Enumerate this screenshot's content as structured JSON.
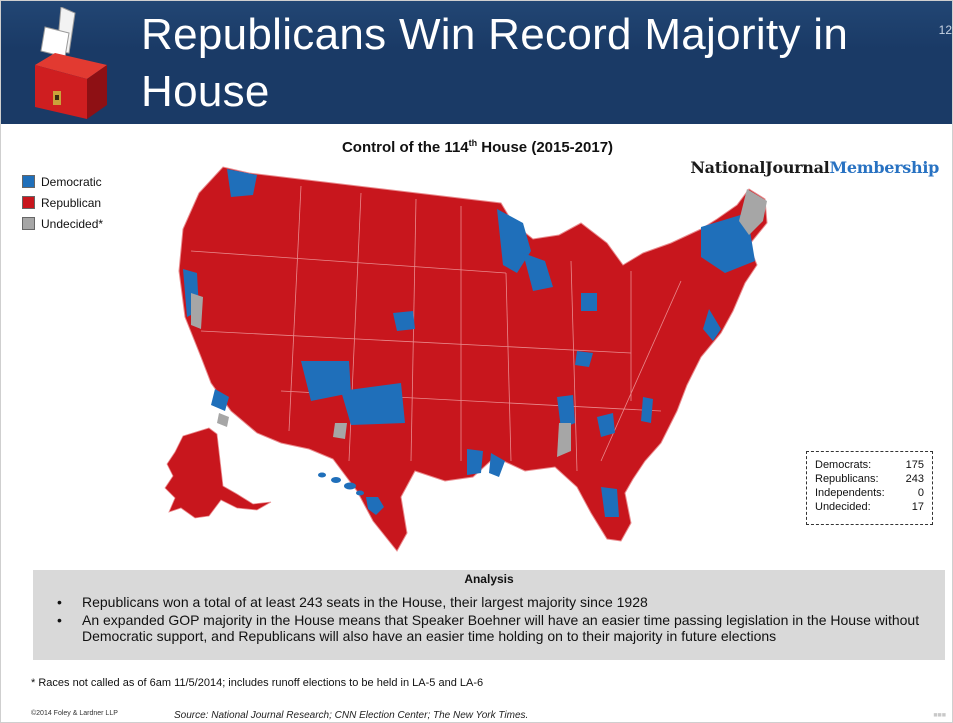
{
  "header": {
    "title_line1": "Republicans Win Record Majority in",
    "title_line2": "House",
    "slide_number": "12"
  },
  "map": {
    "title_main": "Control of the 114",
    "title_sup": "th",
    "title_rest": " House (2015-2017)",
    "logo_part1": "NationalJournal",
    "logo_part2": "Membership",
    "legend": [
      {
        "label": "Democratic",
        "color": "#1f6fba"
      },
      {
        "label": "Republican",
        "color": "#c8161d"
      },
      {
        "label": "Undecided*",
        "color": "#a6a6a6"
      }
    ],
    "colors": {
      "democratic": "#1f6fba",
      "republican": "#c8161d",
      "undecided": "#a6a6a6"
    }
  },
  "totals": [
    {
      "label": "Democrats:",
      "value": "175"
    },
    {
      "label": "Republicans:",
      "value": "243"
    },
    {
      "label": "Independents:",
      "value": "0"
    },
    {
      "label": "Undecided:",
      "value": "17"
    }
  ],
  "analysis": {
    "title": "Analysis",
    "bullets": [
      "Republicans won a total of at least 243 seats in the House, their largest majority since 1928",
      "An expanded GOP majority in the House means that Speaker Boehner will have an easier time passing legislation in the House without Democratic support, and Republicans will also have an easier time holding on to their majority in future elections"
    ]
  },
  "footnote": "* Races not called as of 6am 11/5/2014; includes runoff elections to be held in LA-5 and LA-6",
  "footer": {
    "copyright": "©2014 Foley & Lardner LLP",
    "source": "Source: National Journal Research; CNN Election Center; The New York Times."
  }
}
